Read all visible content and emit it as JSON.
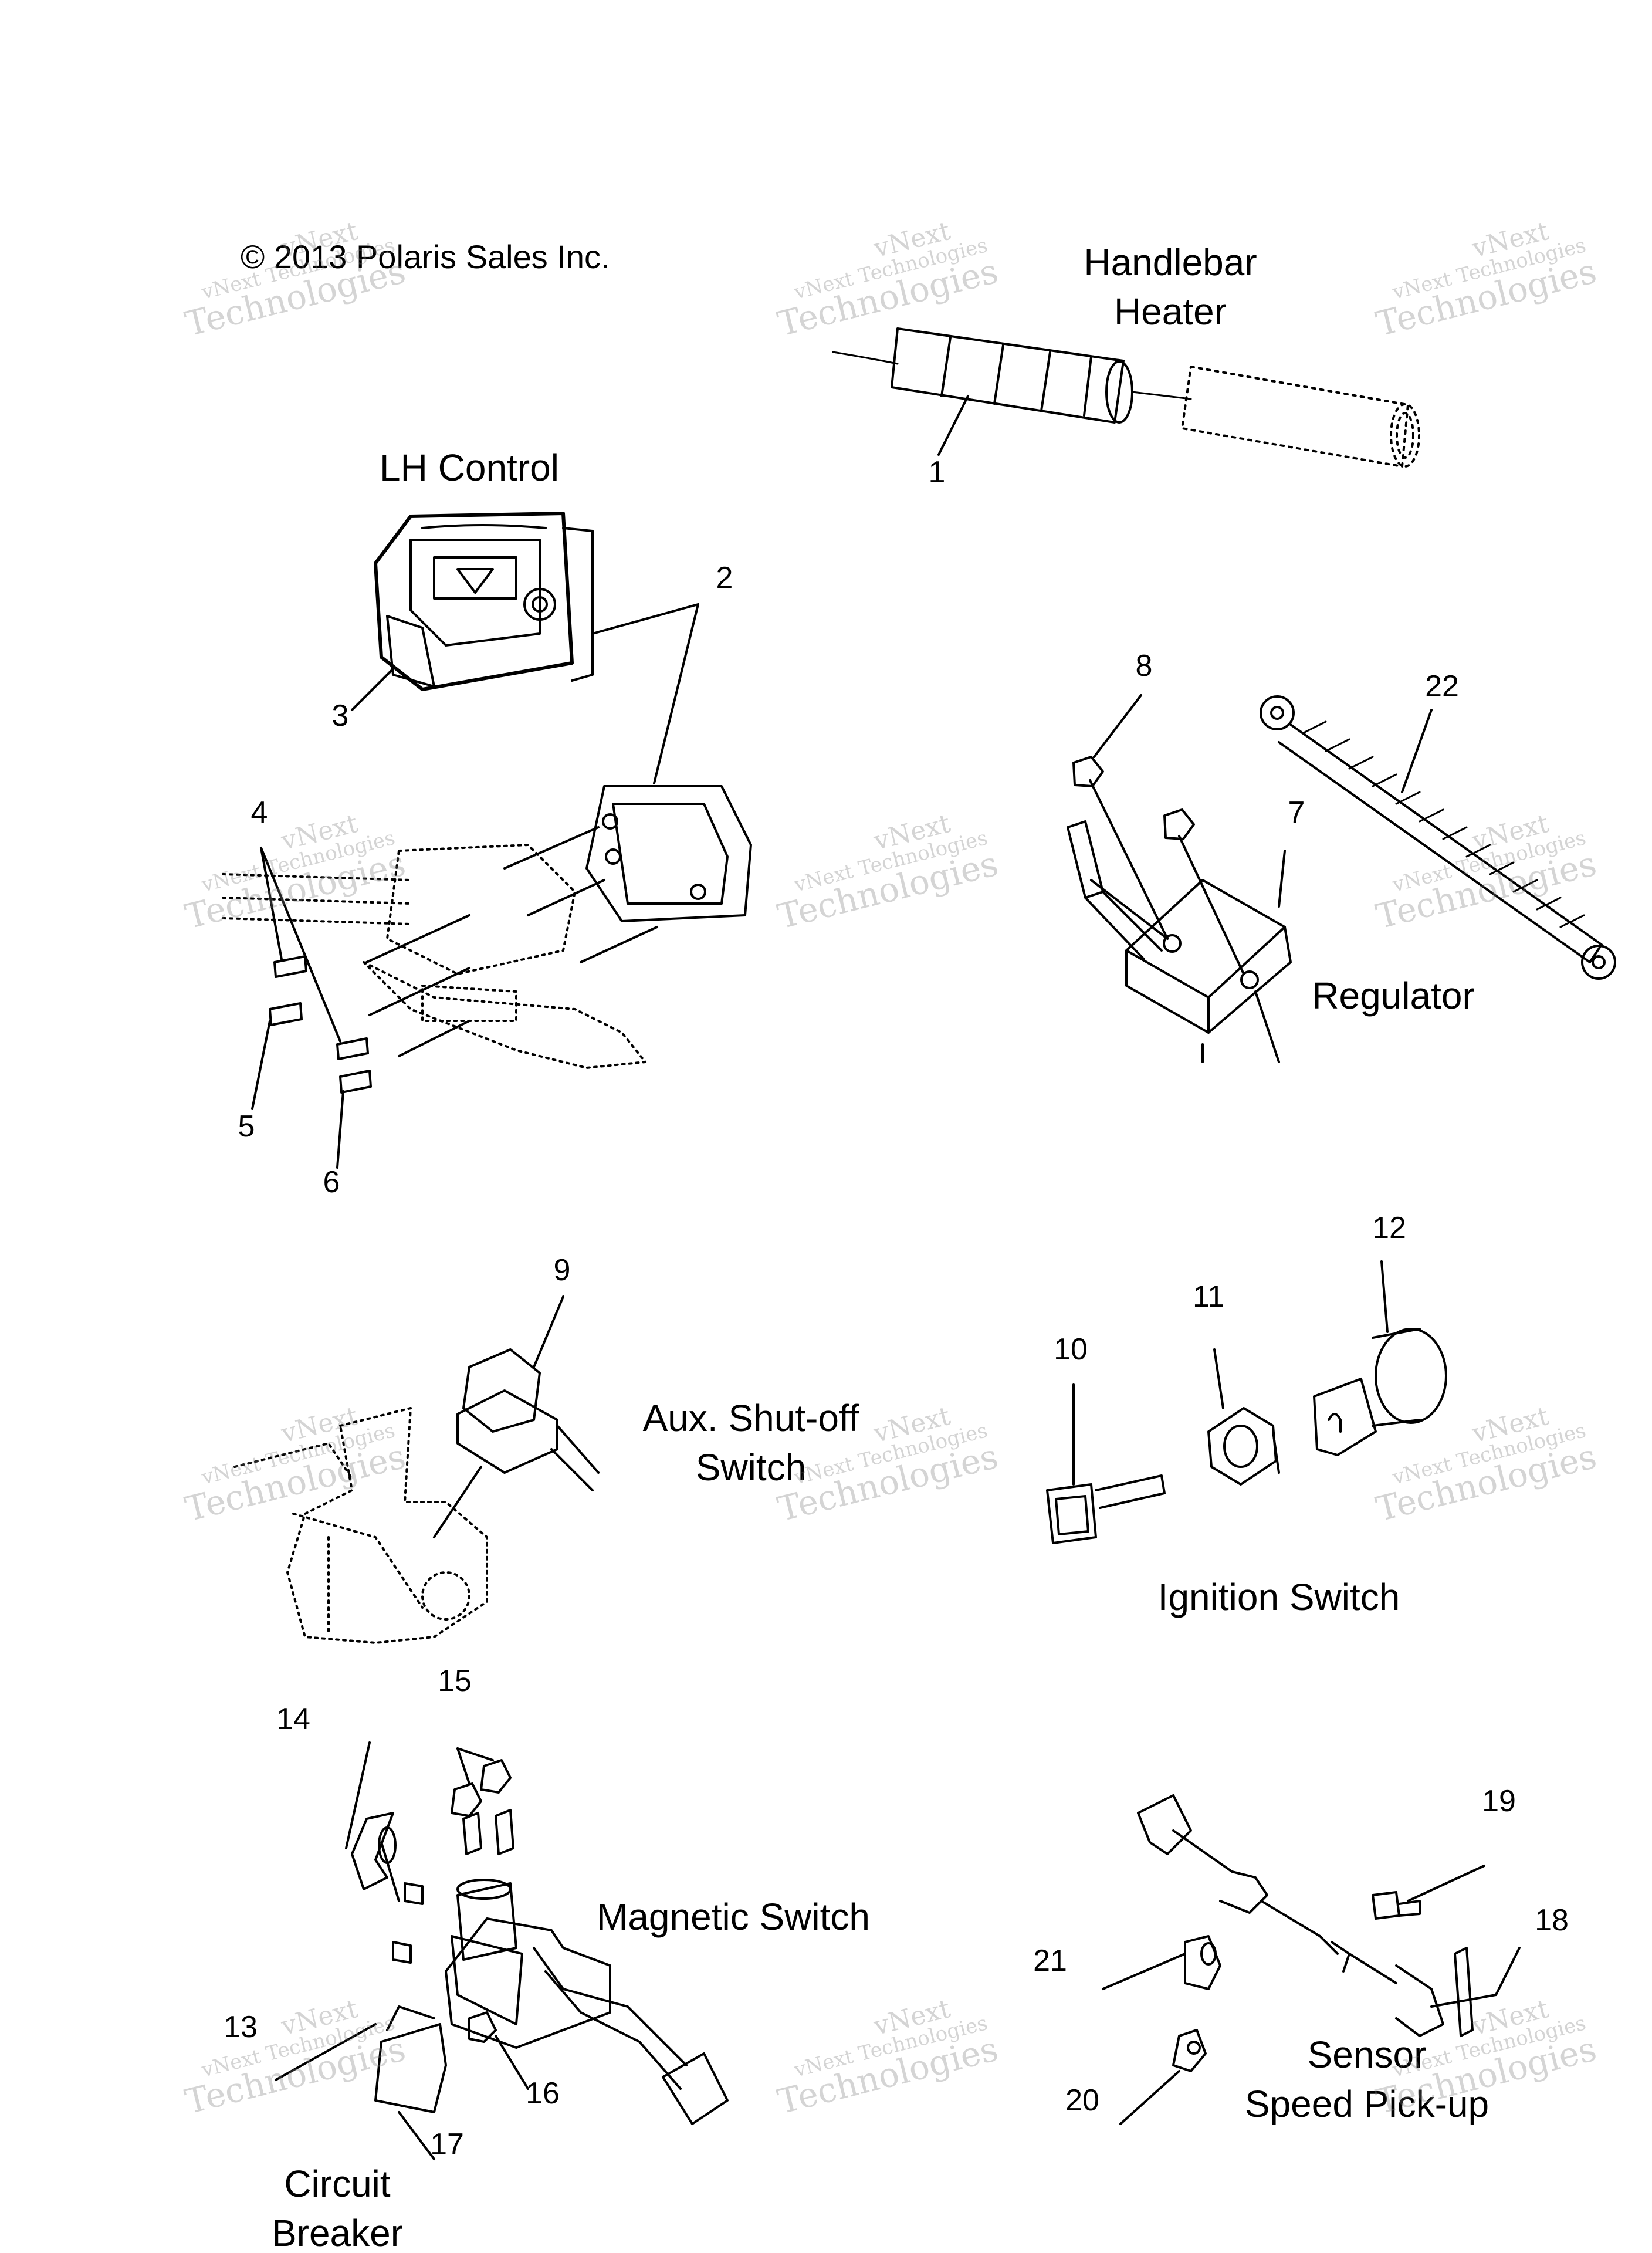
{
  "copyright": "© 2013 Polaris Sales Inc.",
  "sections": {
    "handlebar_heater": "Handlebar\nHeater",
    "lh_control": "LH Control",
    "regulator": "Regulator",
    "aux_shutoff": "Aux. Shut-off\nSwitch",
    "ignition_switch": "Ignition Switch",
    "magnetic_switch": "Magnetic Switch",
    "sensor_speed": "Sensor\nSpeed Pick-up",
    "circuit_breaker": "Circuit\nBreaker"
  },
  "callouts": [
    "1",
    "2",
    "3",
    "4",
    "5",
    "6",
    "7",
    "8",
    "9",
    "10",
    "11",
    "12",
    "13",
    "14",
    "15",
    "16",
    "17",
    "18",
    "19",
    "20",
    "21",
    "22"
  ],
  "watermark": {
    "line1": "vNext",
    "line2": "vNext Technologies",
    "line3": "Technologies"
  },
  "colors": {
    "ink": "#000000",
    "watermark": "#9a9a9a"
  }
}
